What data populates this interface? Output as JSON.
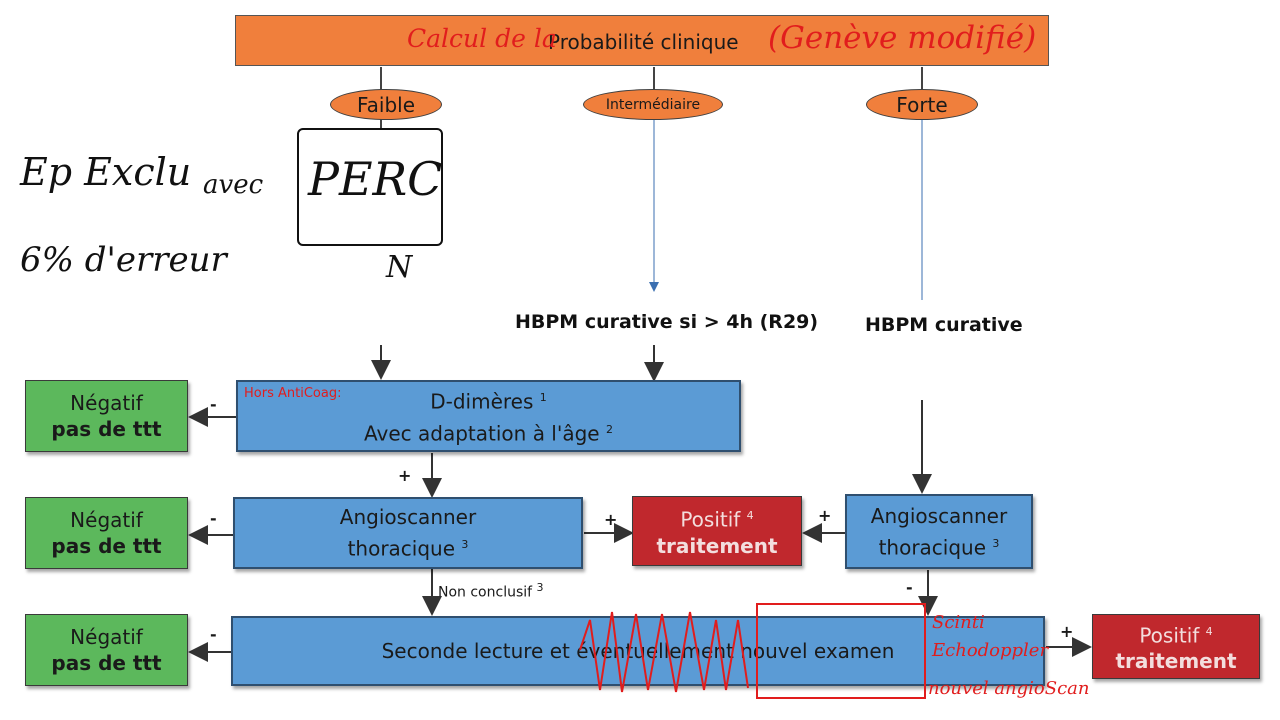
{
  "header": {
    "title": "Probabilité clinique",
    "hand_left": "Calcul de la",
    "hand_right": "(Genève modifié)"
  },
  "levels": {
    "low": "Faible",
    "mid": "Intermédiaire",
    "high": "Forte"
  },
  "left_notes": {
    "line1": "Ep Exclu",
    "line2": "avec",
    "line3": "6% d'erreur",
    "perc": "PERC",
    "perc_result": "N"
  },
  "hbpm": {
    "mid": "HBPM curative si > 4h (R29)",
    "high": "HBPM curative"
  },
  "ddimer": {
    "note": "Hors AntiCoag:",
    "line1": "D-dimères",
    "sup1": "1",
    "line2": "Avec adaptation à l'âge",
    "sup2": "2"
  },
  "angio_left": {
    "line1": "Angioscanner",
    "line2": "thoracique",
    "sup": "3"
  },
  "angio_right": {
    "line1": "Angioscanner",
    "line2": "thoracique",
    "sup": "3"
  },
  "positive_mid": {
    "line1": "Positif",
    "sup": "4",
    "line2": "traitement"
  },
  "positive_bottom": {
    "line1": "Positif",
    "sup": "4",
    "line2": "traitement"
  },
  "negative": [
    {
      "line1": "Négatif",
      "line2": "pas de ttt"
    },
    {
      "line1": "Négatif",
      "line2": "pas de ttt"
    },
    {
      "line1": "Négatif",
      "line2": "pas de ttt"
    }
  ],
  "second_read": {
    "text": "Seconde lecture et éventuellement nouvel examen"
  },
  "inconclusive": {
    "text": "Non conclusif",
    "sup": "3"
  },
  "signs": {
    "minus": "-",
    "plus": "+"
  },
  "hand_alt_exams": {
    "line1": "Scinti",
    "line2": "Echodoppler",
    "line3": "nouvel angioScan"
  }
}
